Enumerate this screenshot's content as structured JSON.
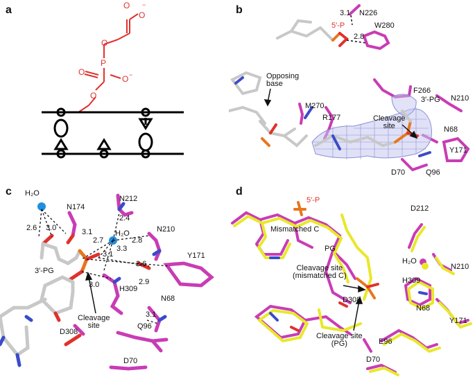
{
  "panels": {
    "a": {
      "label": "a",
      "charges": [
        "−",
        "−"
      ]
    },
    "b": {
      "label": "b",
      "residues": {
        "n226": "N226",
        "w280": "W280",
        "f266": "F266",
        "n210": "N210",
        "m270": "M270",
        "r177": "R177",
        "n68": "N68",
        "y171": "Y171",
        "d70": "D70",
        "q96": "Q96"
      },
      "annotations": {
        "five_p": "5′-P",
        "three_pg": "3′-PG",
        "opposing_base": "Opposing\nbase",
        "cleavage_site": "Cleavage\nsite"
      },
      "distances": [
        "3.1",
        "2.8"
      ]
    },
    "c": {
      "label": "c",
      "water": "H₂O",
      "residues": {
        "n174": "N174",
        "n212": "N212",
        "n210": "N210",
        "y171": "Y171",
        "h309": "H309",
        "n68": "N68",
        "q96": "Q96",
        "d308": "D308",
        "d70": "D70"
      },
      "annotations": {
        "three_pg": "3′-PG",
        "cleavage_site": "Cleavage\nsite"
      },
      "distances": [
        "2.6",
        "3.0",
        "3.1",
        "2.4",
        "2.7",
        "3.3",
        "2.8",
        "3.1",
        "2.6",
        "3.0",
        "2.9",
        "3.1"
      ]
    },
    "d": {
      "label": "d",
      "water": "H₂O",
      "residues": {
        "d212": "D212",
        "n210": "N210",
        "h309": "H309",
        "n68": "N68",
        "y171": "Y171",
        "d308": "D308",
        "e96": "E96",
        "d70": "D70"
      },
      "annotations": {
        "five_p": "5′-P",
        "mismatched_c": "Mismatched C",
        "pg": "PG",
        "cleavage_mismatched": "Cleavage site\n(mismatched C)",
        "cleavage_pg": "Cleavage site\n(PG)"
      }
    }
  },
  "colors": {
    "magenta": "#c93cb4",
    "yellow": "#e8e82a",
    "grey": "#c8c8c8",
    "orange": "#e8761e",
    "red": "#e0312c",
    "blue": "#3a4cc8",
    "mesh": "#8c8fd6",
    "water": "#1f8fe0"
  }
}
